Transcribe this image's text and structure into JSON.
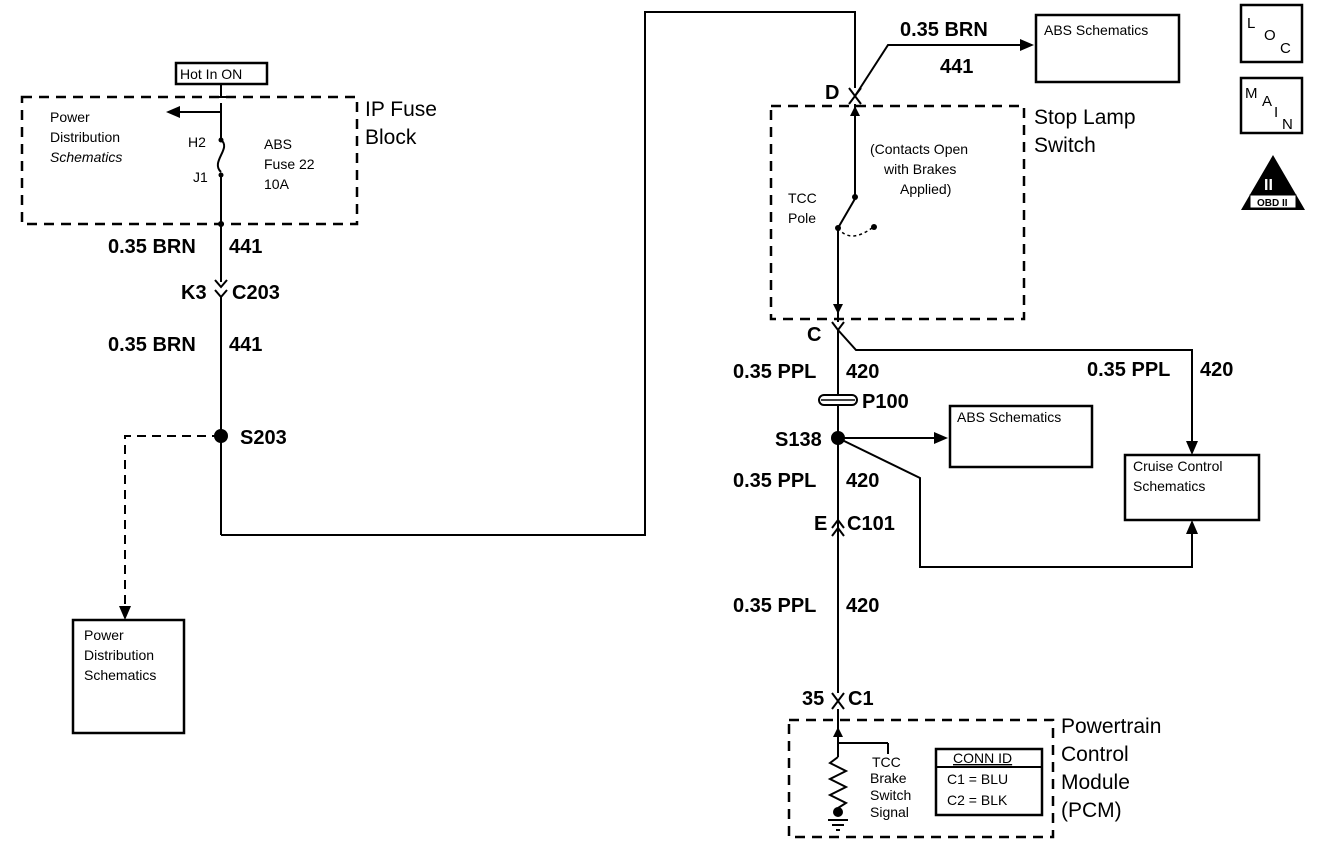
{
  "ip_fuse_block": {
    "title_line1": "IP Fuse",
    "title_line2": "Block",
    "hot_label": "Hot In ON",
    "power_dist_line1": "Power",
    "power_dist_line2": "Distribution",
    "power_dist_line3": "Schematics",
    "pin_h2": "H2",
    "pin_j1": "J1",
    "fuse_line1": "ABS",
    "fuse_line2": "Fuse 22",
    "fuse_line3": "10A"
  },
  "left_wire": {
    "wire1_color": "0.35 BRN",
    "wire1_circuit": "441",
    "connector_pin": "K3",
    "connector": "C203",
    "wire2_color": "0.35 BRN",
    "wire2_circuit": "441",
    "splice": "S203"
  },
  "power_dist_box": {
    "line1": "Power",
    "line2": "Distribution",
    "line3": "Schematics"
  },
  "stop_lamp_switch": {
    "title_line1": "Stop Lamp",
    "title_line2": "Switch",
    "terminal_d": "D",
    "terminal_c": "C",
    "note_line1": "(Contacts Open",
    "note_line2": "with Brakes",
    "note_line3": "Applied)",
    "pole_line1": "TCC",
    "pole_line2": "Pole"
  },
  "abs_top": {
    "wire_color": "0.35 BRN",
    "wire_circuit": "441",
    "box_label": "ABS Schematics"
  },
  "right_wire": {
    "wire1_color": "0.35 PPL",
    "wire1_circuit": "420",
    "branch_color": "0.35 PPL",
    "branch_circuit": "420",
    "inline": "P100",
    "splice": "S138",
    "abs_box": "ABS Schematics",
    "cruise_line1": "Cruise Control",
    "cruise_line2": "Schematics",
    "wire2_color": "0.35 PPL",
    "wire2_circuit": "420",
    "connector_pin": "E",
    "connector": "C101",
    "wire3_color": "0.35 PPL",
    "wire3_circuit": "420",
    "pcm_pin": "35",
    "pcm_connector": "C1"
  },
  "pcm": {
    "title_line1": "Powertrain",
    "title_line2": "Control",
    "title_line3": "Module",
    "title_line4": "(PCM)",
    "signal_line1": "TCC",
    "signal_line2": "Brake",
    "signal_line3": "Switch",
    "signal_line4": "Signal",
    "conn_id_title": "CONN ID",
    "conn_id_c1": "C1 = BLU",
    "conn_id_c2": "C2 = BLK"
  },
  "nav_icons": {
    "loc_l": "L",
    "loc_o": "O",
    "loc_c": "C",
    "main_m": "M",
    "main_a": "A",
    "main_i": "I",
    "main_n": "N",
    "obd_roman": "II",
    "obd_label": "OBD II"
  }
}
